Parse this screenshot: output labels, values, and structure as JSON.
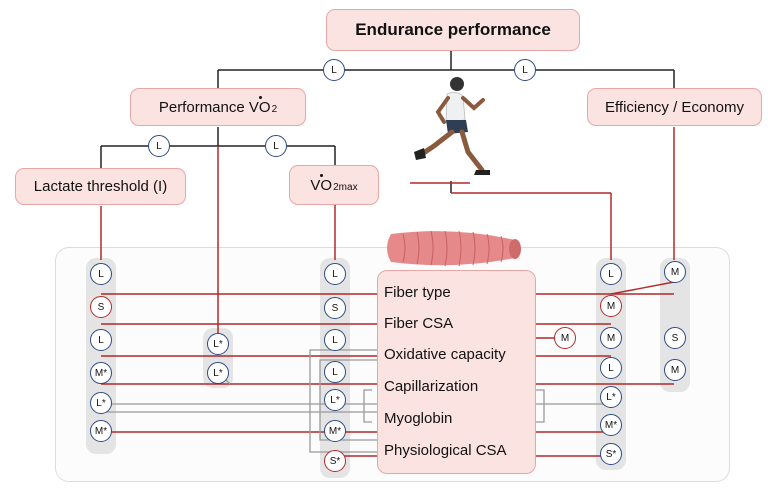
{
  "title": "Endurance performance",
  "top_boxes": {
    "performance": "Performance",
    "performance_vo_main": "VO",
    "performance_vo_sub": "2",
    "vo2max_main": "VO",
    "vo2max_sub": "2max",
    "efficiency": "Efficiency / Economy",
    "lactate": "Lactate threshold (I)"
  },
  "connector_nodes": [
    "L",
    "L",
    "L",
    "L"
  ],
  "properties": [
    "Fiber type",
    "Fiber CSA",
    "Oxidative capacity",
    "Capillarization",
    "Myoglobin",
    "Physiological CSA"
  ],
  "columns": {
    "lactate": [
      "L",
      "S",
      "L",
      "M*",
      "L*",
      "M*"
    ],
    "lactate_extra": [
      "L*",
      "L*"
    ],
    "vo2max": [
      "L",
      "S",
      "L",
      "L",
      "L*",
      "M*",
      "S*"
    ],
    "right": [
      "L",
      "M",
      "M",
      "L",
      "L*",
      "M*",
      "S*"
    ],
    "efficiency": [
      "M",
      "S",
      "M"
    ],
    "fiber_csa_side": "M"
  },
  "colors": {
    "blue_border": "#2d4a84",
    "red_line": "#b22a2a",
    "box_fill": "#fbe3e2"
  }
}
